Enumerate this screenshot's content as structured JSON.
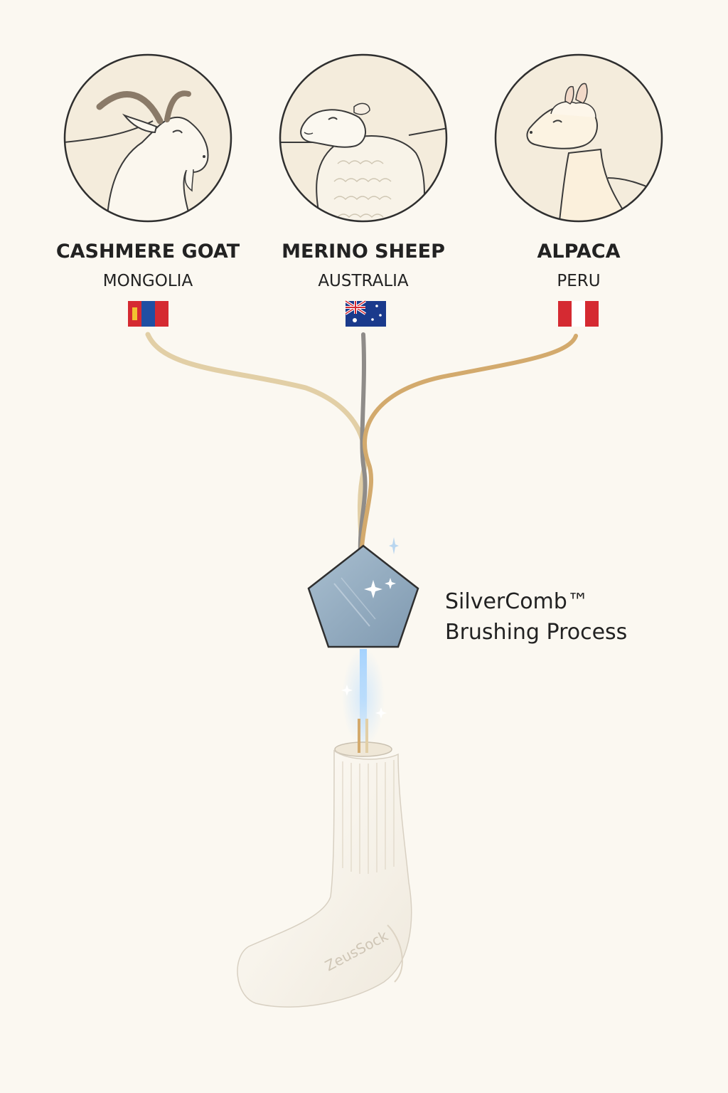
{
  "sources": [
    {
      "animal": "CASHMERE GOAT",
      "origin": "MONGOLIA",
      "flag": "mongolia-flag",
      "illustration": "goat-illustration",
      "strand_color": "#e2cfa6"
    },
    {
      "animal": "MERINO SHEEP",
      "origin": "AUSTRALIA",
      "flag": "australia-flag",
      "illustration": "sheep-illustration",
      "strand_color": "#8f8c89"
    },
    {
      "animal": "ALPACA",
      "origin": "PERU",
      "flag": "peru-flag",
      "illustration": "alpaca-illustration",
      "strand_color": "#d3aa6d"
    }
  ],
  "process": {
    "line1": "SilverComb™",
    "line2": "Brushing Process",
    "icon": "pentagon-comb-icon",
    "color": "#8ea7bb"
  },
  "product": {
    "icon": "sock-icon",
    "brand_text": "ZeusSock"
  },
  "colors": {
    "background": "#fbf8f1",
    "text": "#222222",
    "circle_stroke": "#2f2f2f",
    "circle_fill": "#f4ecdc"
  }
}
